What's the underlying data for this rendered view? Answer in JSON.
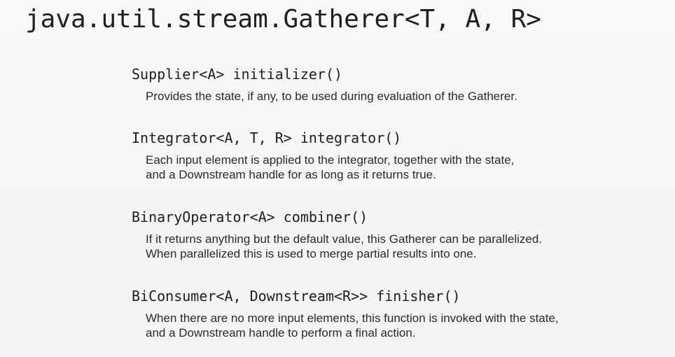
{
  "title": "java.util.stream.Gatherer<T, A, R>",
  "methods": [
    {
      "signature": "Supplier<A> initializer()",
      "description": "Provides the state, if any, to be used during evaluation of the Gatherer."
    },
    {
      "signature": "Integrator<A, T, R> integrator()",
      "description": "Each input element is applied to the integrator, together with the state,\nand a Downstream handle for as long as it returns true."
    },
    {
      "signature": "BinaryOperator<A> combiner()",
      "description": "If it returns anything but the default value, this Gatherer can be parallelized.\nWhen parallelized this is used to merge partial results into one."
    },
    {
      "signature": "BiConsumer<A, Downstream<R>> finisher()",
      "description": "When there are no more input elements, this function is invoked with the state,\nand a Downstream handle to perform a final action."
    }
  ]
}
